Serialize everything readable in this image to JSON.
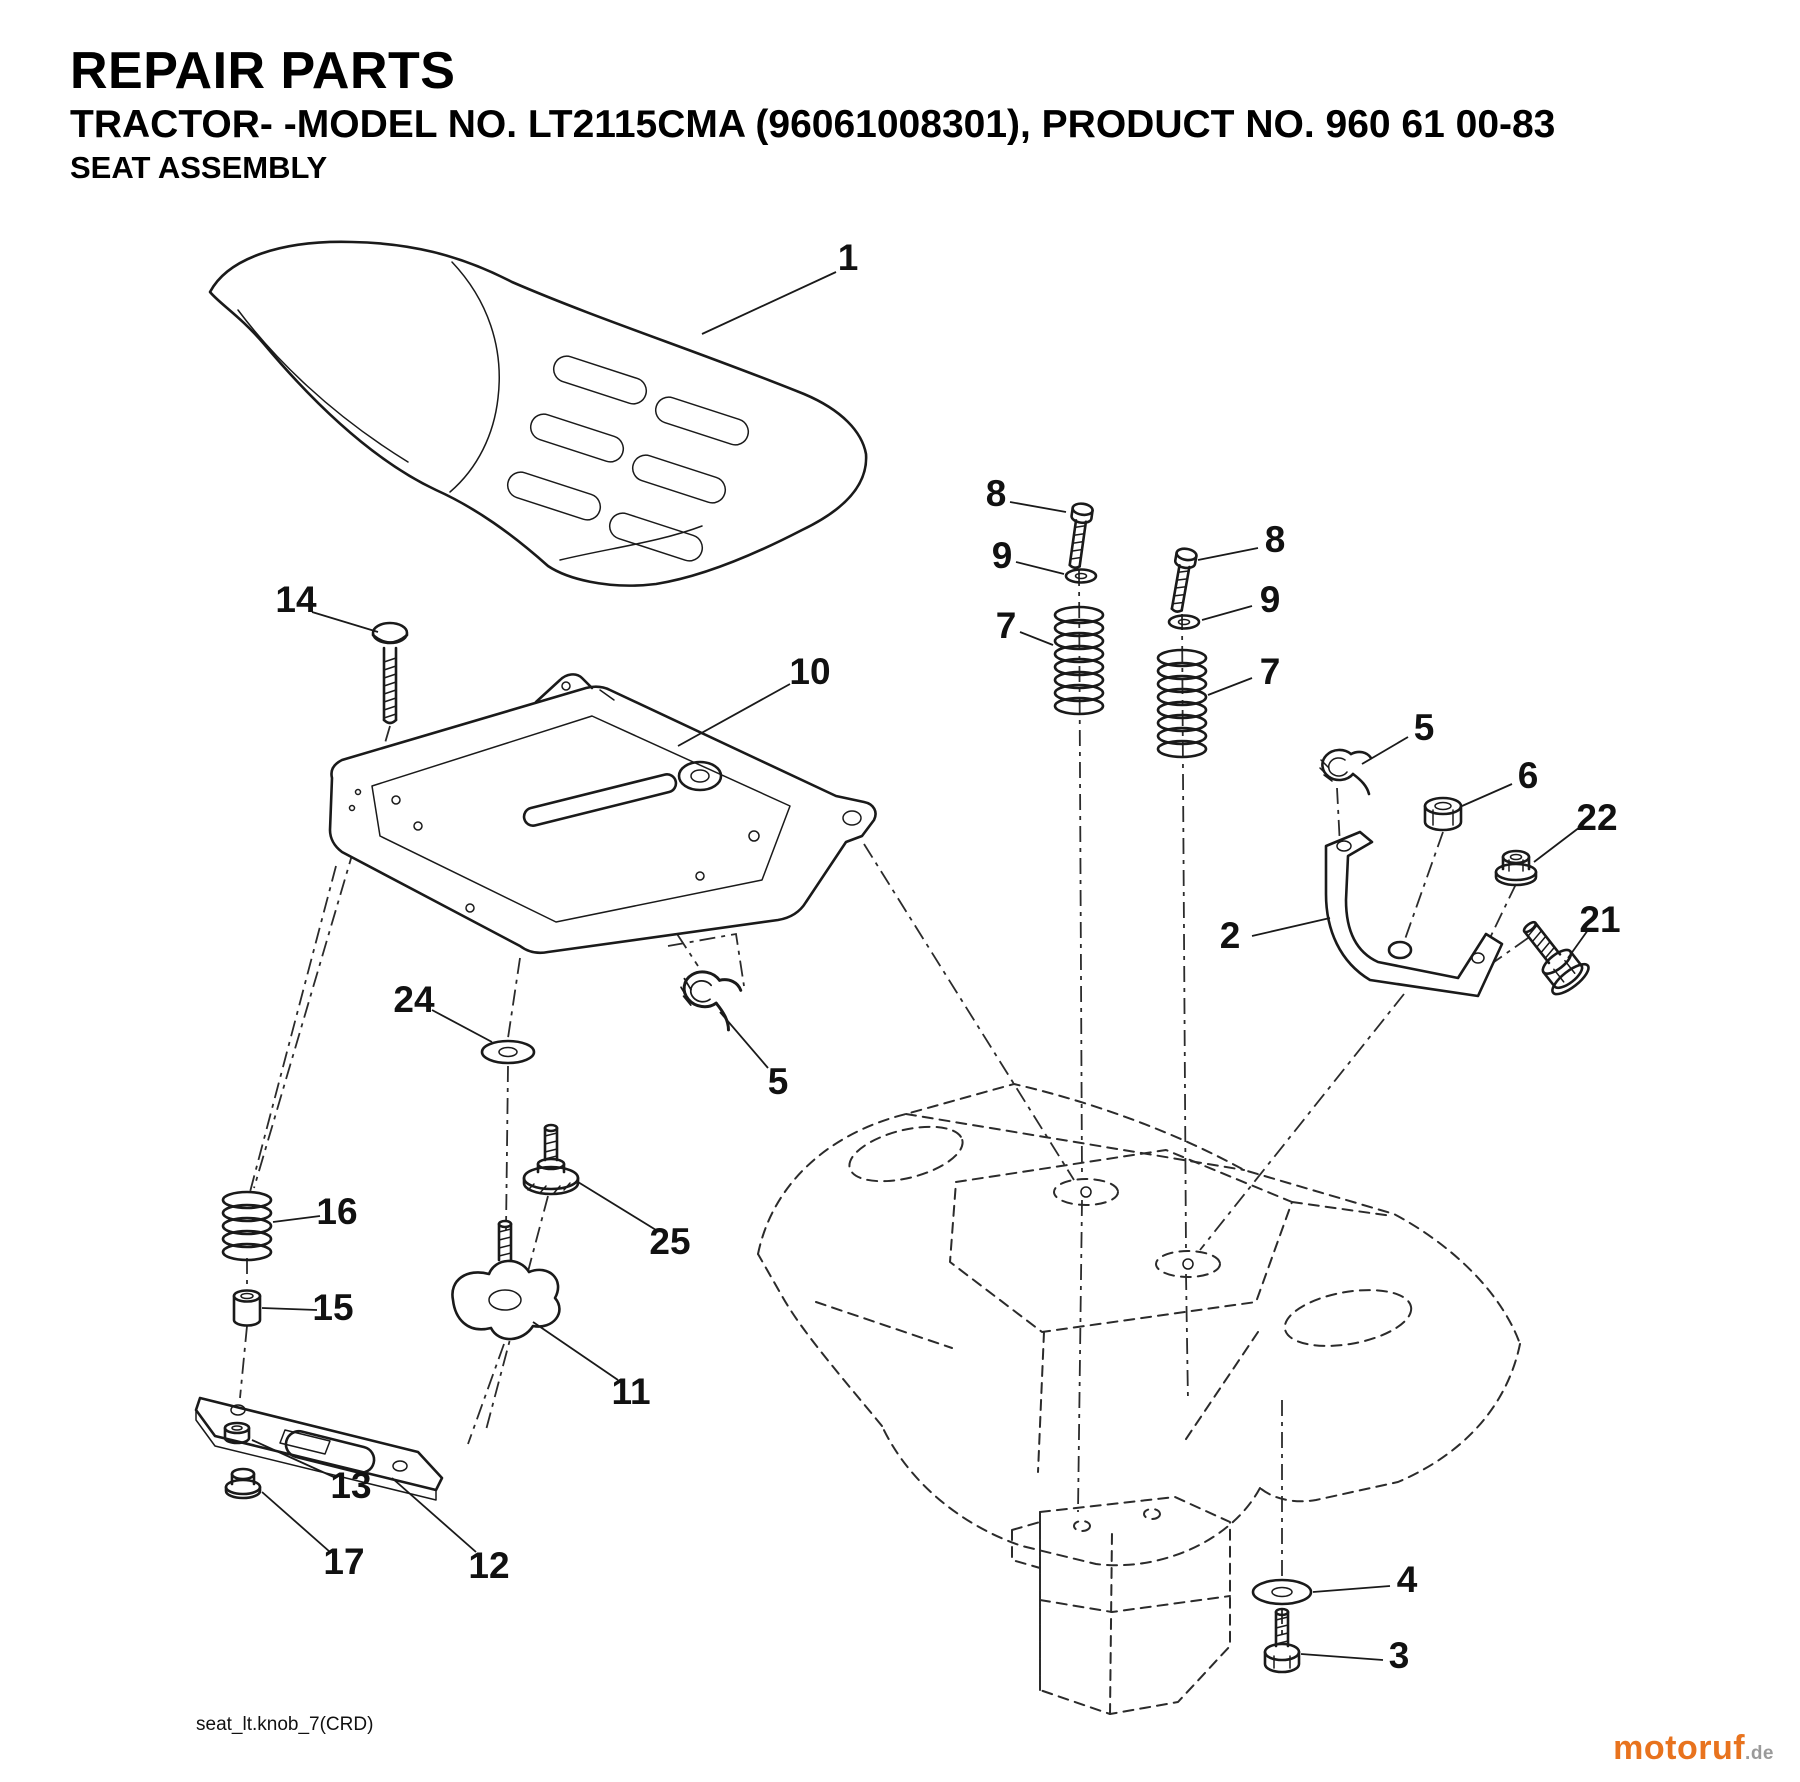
{
  "header": {
    "title": "REPAIR PARTS",
    "model_line": "TRACTOR- -MODEL NO. LT2115CMA (96061008301), PRODUCT NO. 960 61 00-83",
    "section": "SEAT ASSEMBLY"
  },
  "callouts": {
    "p1": "1",
    "p2": "2",
    "p3": "3",
    "p4": "4",
    "p5": "5",
    "p6": "6",
    "p7": "7",
    "p8": "8",
    "p9": "9",
    "p10": "10",
    "p11": "11",
    "p12": "12",
    "p13": "13",
    "p14": "14",
    "p15": "15",
    "p16": "16",
    "p17": "17",
    "p21": "21",
    "p22": "22",
    "p24": "24",
    "p25": "25"
  },
  "footer": {
    "drawing_code": "seat_lt.knob_7(CRD)",
    "watermark_name": "motoruf",
    "watermark_tld": ".de"
  },
  "colors": {
    "line": "#1a1a1a",
    "watermark_orange": "#e8731e",
    "watermark_gray": "#9a9a9a"
  }
}
